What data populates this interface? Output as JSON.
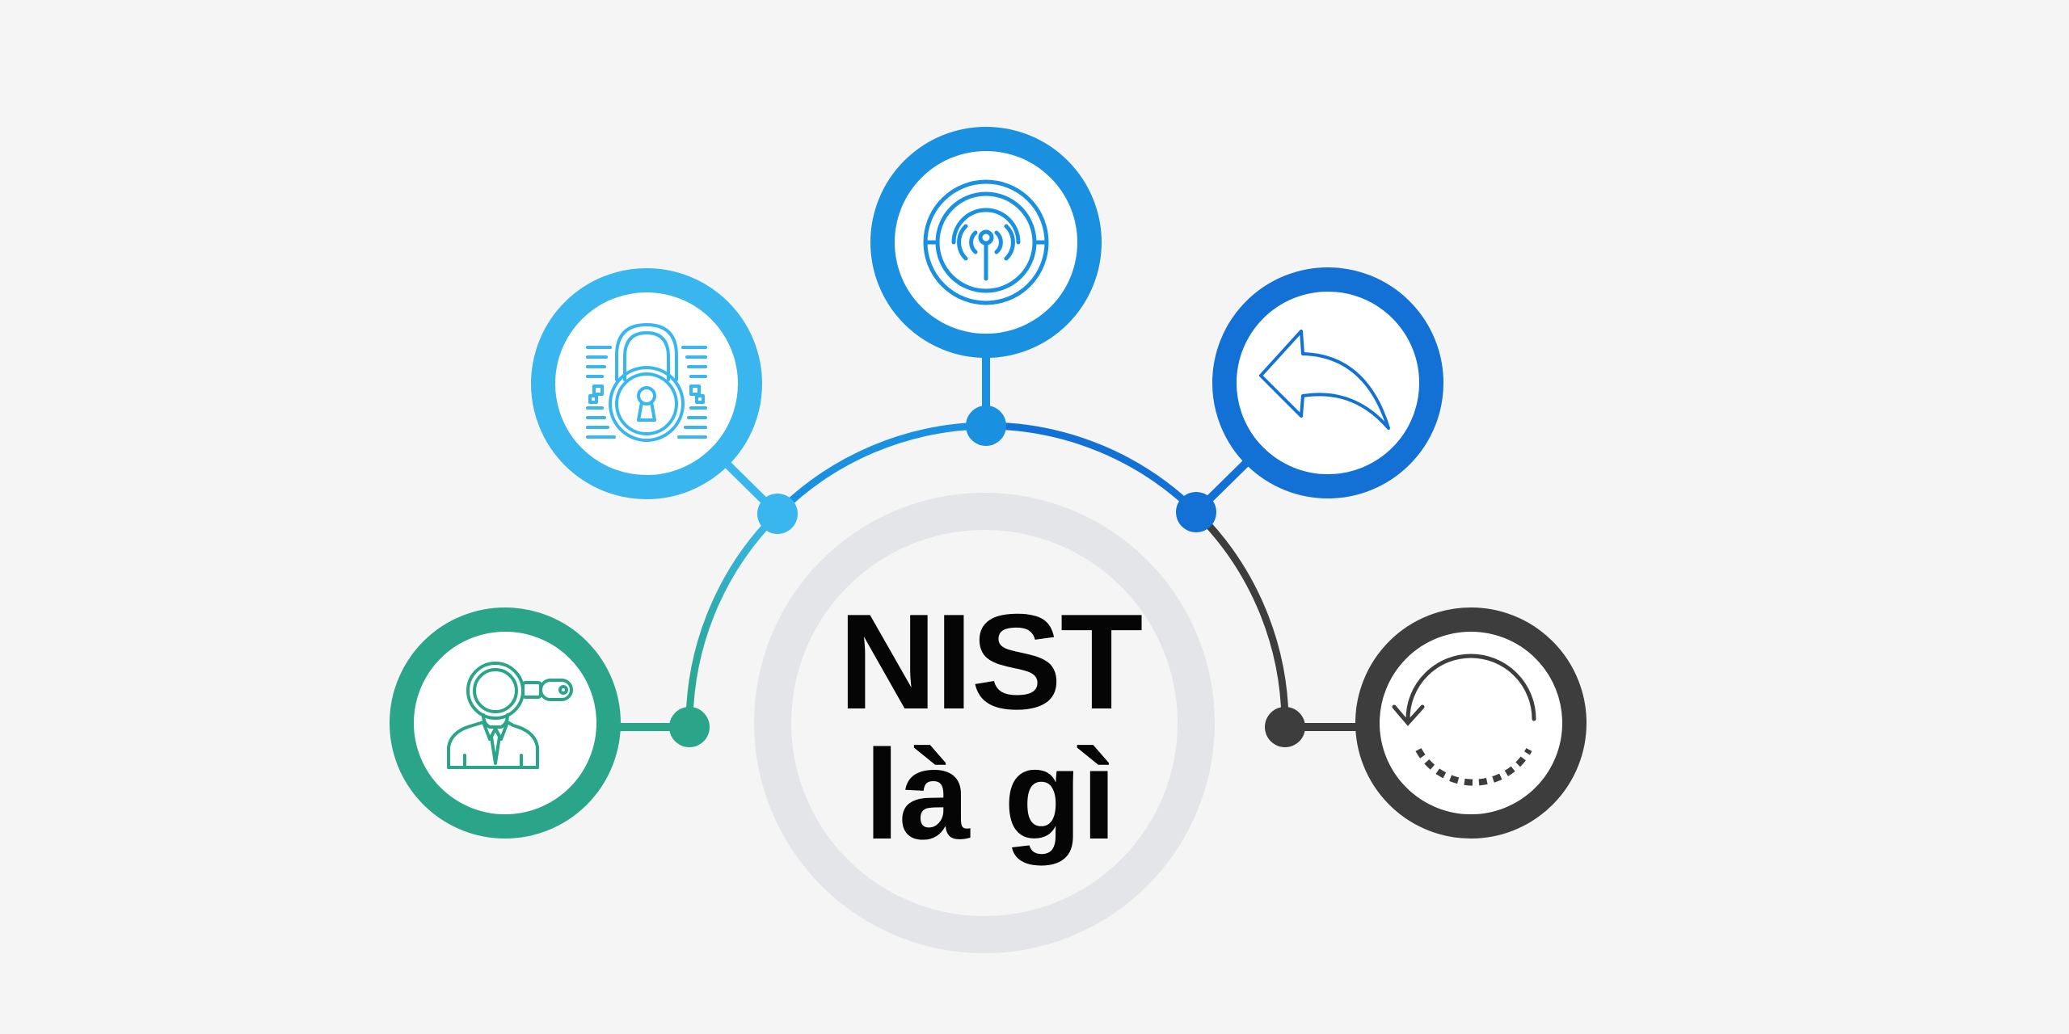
{
  "center": {
    "title_line1": "NIST",
    "title_line2": "là gì"
  },
  "nodes": [
    {
      "id": "identify",
      "icon": "person-magnifier-icon",
      "color": "#2aa58a"
    },
    {
      "id": "protect",
      "icon": "padlock-icon",
      "color": "#3ab6ef"
    },
    {
      "id": "detect",
      "icon": "radar-target-icon",
      "color": "#1990e0"
    },
    {
      "id": "respond",
      "icon": "reply-arrow-icon",
      "color": "#1371d6"
    },
    {
      "id": "recover",
      "icon": "circular-recovery-arrow-icon",
      "color": "#3d3d3d"
    }
  ],
  "colors": {
    "background": "#f5f5f5",
    "center_ring": "#e4e5e8",
    "teal": "#2aa58a",
    "light_blue": "#3ab6ef",
    "mid_blue": "#1990e0",
    "dark_blue": "#1371d6",
    "dark_gray": "#3d3d3d"
  }
}
